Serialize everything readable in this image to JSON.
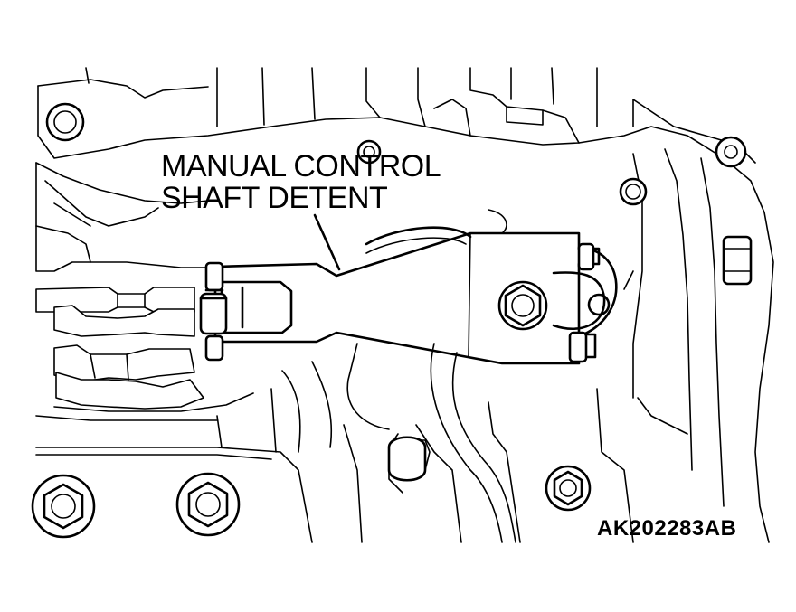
{
  "callout": {
    "line1": "MANUAL CONTROL",
    "line2": "SHAFT DETENT"
  },
  "figure_id": "AK202283AB",
  "colors": {
    "ink": "#000000",
    "paper": "#ffffff"
  }
}
